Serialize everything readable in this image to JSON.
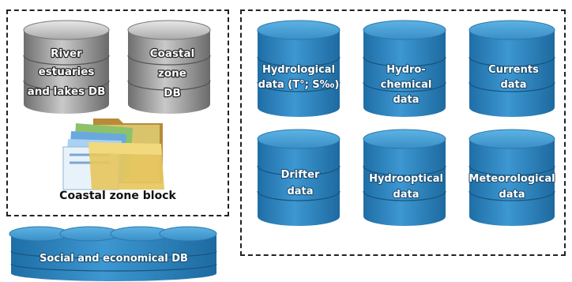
{
  "coastal_block": {
    "caption": "Coastal zone block",
    "databases": [
      {
        "lines": [
          "River",
          "estuaries",
          "and lakes DB"
        ]
      },
      {
        "lines": [
          "Coastal",
          "zone",
          "DB"
        ]
      }
    ],
    "folder_icon": "folder-stack-icon"
  },
  "ocean_block": {
    "databases": [
      {
        "lines": [
          "Hydrological",
          "data (T°; S‰)"
        ]
      },
      {
        "lines": [
          "Hydro-",
          "chemical",
          "data"
        ]
      },
      {
        "lines": [
          "Currents",
          "data"
        ]
      },
      {
        "lines": [
          "Drifter",
          "data"
        ]
      },
      {
        "lines": [
          "Hydrooptical",
          "data"
        ]
      },
      {
        "lines": [
          "Meteorological",
          "data"
        ]
      }
    ]
  },
  "social_db": {
    "label": "Social and economical DB"
  },
  "colors": {
    "blue_db": "#3a8fc7",
    "gray_db": "#9a9a9a",
    "border": "#222222"
  }
}
